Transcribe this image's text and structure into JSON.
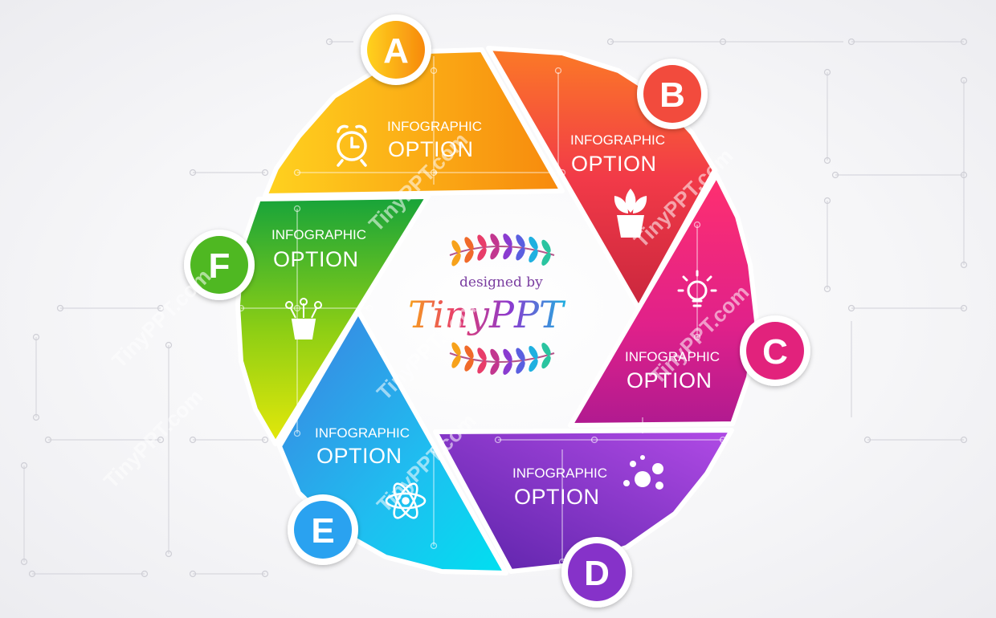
{
  "center": {
    "line1": "designed by",
    "line2": "TinyPPT"
  },
  "watermark": "TinyPPT.com",
  "segments": [
    {
      "letter": "A",
      "title": "INFOGRAPHIC",
      "subtitle": "OPTION",
      "icon": "alarm-clock-icon",
      "color": "#f9a50d",
      "badge_text_color": "#f29a0a"
    },
    {
      "letter": "B",
      "title": "INFOGRAPHIC",
      "subtitle": "OPTION",
      "icon": "potted-plant-icon",
      "color": "#f2433d",
      "badge_text_color": "#ef3b3b"
    },
    {
      "letter": "C",
      "title": "INFOGRAPHIC",
      "subtitle": "OPTION",
      "icon": "lightbulb-icon",
      "color": "#e2237b",
      "badge_text_color": "#e01f73"
    },
    {
      "letter": "D",
      "title": "INFOGRAPHIC",
      "subtitle": "OPTION",
      "icon": "bubbles-icon",
      "color": "#8630c9",
      "badge_text_color": "#8a2fd0"
    },
    {
      "letter": "E",
      "title": "INFOGRAPHIC",
      "subtitle": "OPTION",
      "icon": "atom-icon",
      "color": "#2aa2f0",
      "badge_text_color": "#27a3f0"
    },
    {
      "letter": "F",
      "title": "INFOGRAPHIC",
      "subtitle": "OPTION",
      "icon": "flower-pot-icon",
      "color": "#4fb821",
      "badge_text_color": "#3fae1a"
    }
  ]
}
